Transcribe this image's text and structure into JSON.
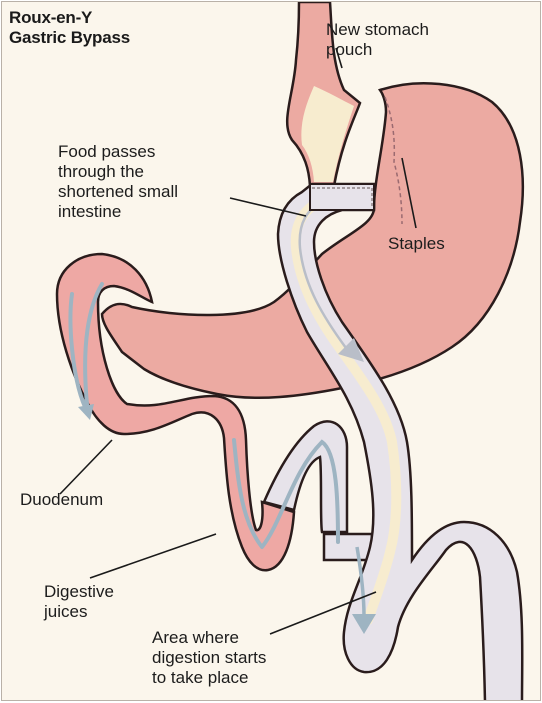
{
  "title": {
    "line1": "Roux-en-Y",
    "line2": "Gastric Bypass"
  },
  "labels": {
    "new_stomach_pouch": [
      "New stomach",
      "pouch"
    ],
    "food_passes": [
      "Food passes",
      "through the",
      "shortened small",
      "intestine"
    ],
    "staples": "Staples",
    "duodenum": "Duodenum",
    "digestive_juices": [
      "Digestive",
      "juices"
    ],
    "digestion_area": [
      "Area where",
      "digestion starts",
      "to take place"
    ]
  },
  "colors": {
    "background": "#fbf6ec",
    "stomach_pink": "#ecaaa2",
    "intestine_pink": "#eea8a4",
    "jejunum_gray": "#e7e3ea",
    "food_cream": "#f7eccf",
    "juice_blue": "#9eb4c2",
    "outline": "#2a1c1c"
  }
}
